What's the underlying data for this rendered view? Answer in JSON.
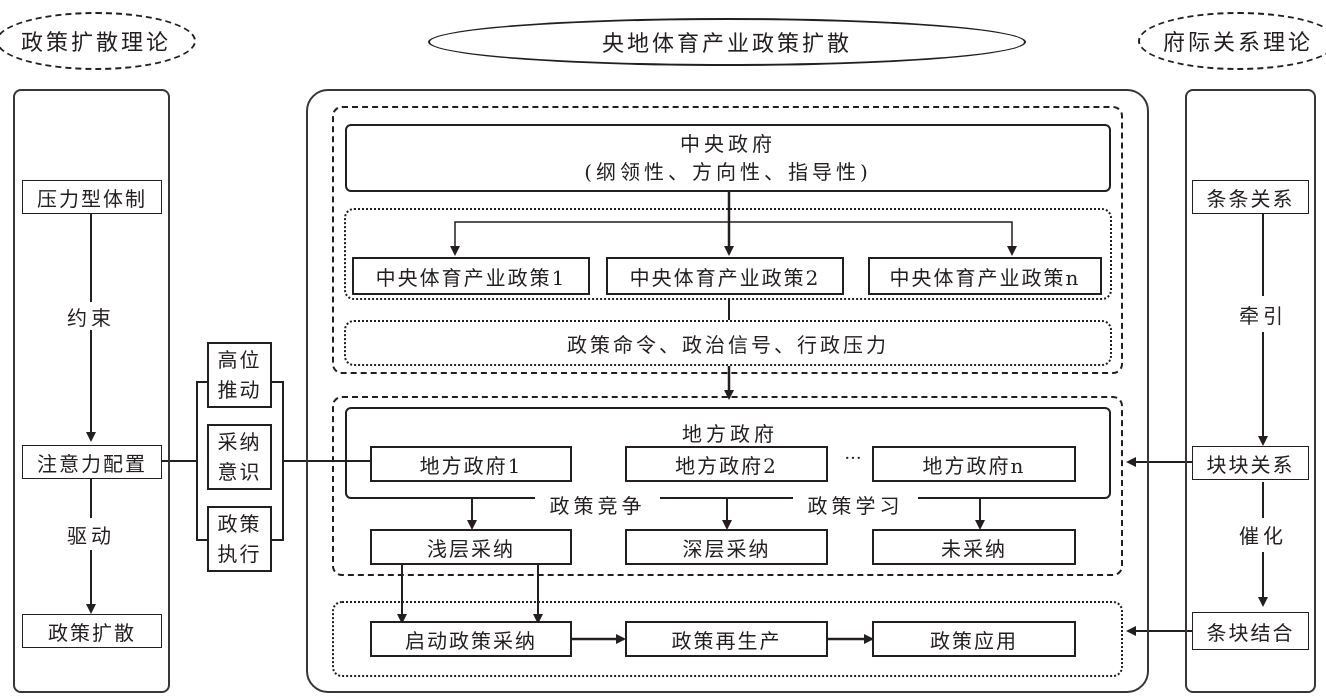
{
  "title": "央地体育产业政策扩散",
  "left_theory": "政策扩散理论",
  "right_theory": "府际关系理论",
  "left_column": {
    "nodes": [
      "压力型体制",
      "注意力配置",
      "政策扩散"
    ],
    "edge_labels": [
      "约束",
      "驱动"
    ]
  },
  "mechanisms": [
    {
      "line1": "高位",
      "line2": "推动"
    },
    {
      "line1": "采纳",
      "line2": "意识"
    },
    {
      "line1": "政策",
      "line2": "执行"
    }
  ],
  "central": {
    "government_title": "中央政府",
    "government_subtitle": "(纲领性、方向性、指导性)",
    "policies": [
      "中央体育产业政策1",
      "中央体育产业政策2",
      "中央体育产业政策n"
    ],
    "signals": "政策命令、政治信号、行政压力"
  },
  "local": {
    "title": "地方政府",
    "governments": [
      "地方政府1",
      "地方政府2",
      "地方政府n"
    ],
    "ellipsis": "···",
    "mechanisms": [
      "政策竞争",
      "政策学习"
    ],
    "adoption": [
      "浅层采纳",
      "深层采纳",
      "未采纳"
    ]
  },
  "process": [
    "启动政策采纳",
    "政策再生产",
    "政策应用"
  ],
  "right_column": {
    "nodes": [
      "条条关系",
      "块块关系",
      "条块结合"
    ],
    "edge_labels": [
      "牵引",
      "催化"
    ]
  }
}
